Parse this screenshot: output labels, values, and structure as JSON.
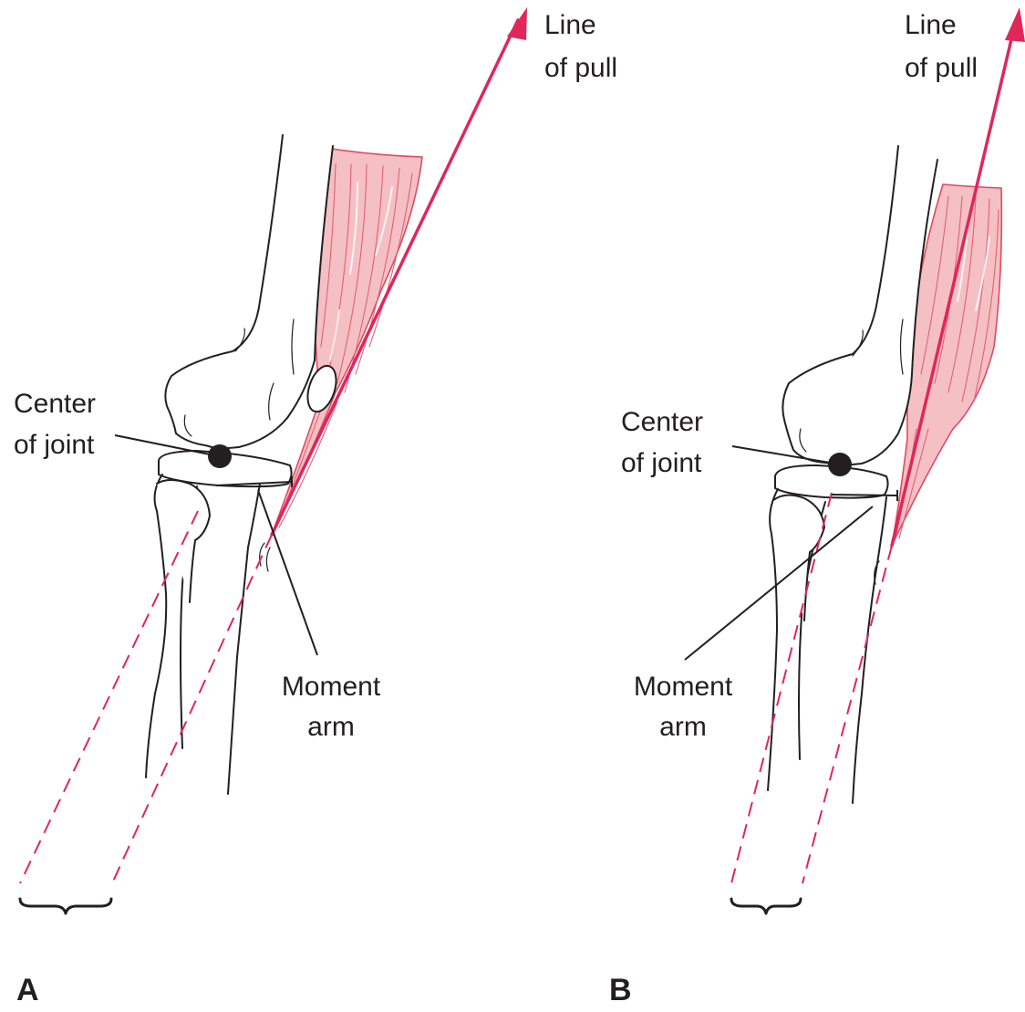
{
  "panel_a": {
    "letter": "A",
    "line_of_pull": [
      "Line",
      "of pull"
    ],
    "center_of_joint": [
      "Center",
      "of joint"
    ],
    "moment_arm": [
      "Moment",
      "arm"
    ]
  },
  "panel_b": {
    "letter": "B",
    "line_of_pull": [
      "Line",
      "of pull"
    ],
    "center_of_joint": [
      "Center",
      "of joint"
    ],
    "moment_arm": [
      "Moment",
      "arm"
    ]
  },
  "colors": {
    "line_of_pull": "#e0265a",
    "muscle_fill": "#f4c0c3",
    "outline": "#231f20"
  },
  "icons": {
    "joint_center": "filled-circle",
    "arrow": "arrowhead"
  }
}
